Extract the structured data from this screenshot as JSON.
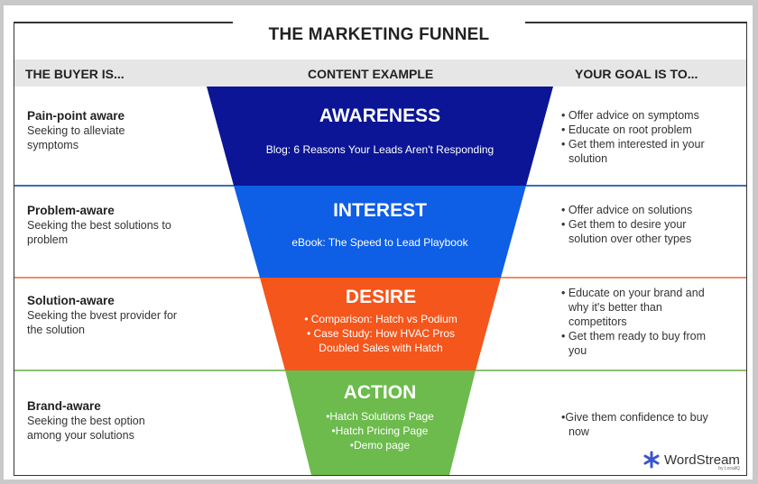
{
  "title": "THE MARKETING FUNNEL",
  "headers": {
    "buyer": "THE BUYER IS...",
    "content": "CONTENT EXAMPLE",
    "goal": "YOUR GOAL IS TO..."
  },
  "colors": {
    "awareness": "#0b1595",
    "interest": "#0e5ee6",
    "desire": "#f4561c",
    "action": "#6cbb4c"
  },
  "rows": [
    {
      "buyer_title": "Pain-point aware",
      "buyer_desc": "Seeking to alleviate symptoms",
      "stage": "AWARENESS",
      "content": [
        "Blog: 6 Reasons Your Leads Aren't Responding"
      ],
      "goals": [
        "• Offer advice on symptoms",
        "• Educate on root problem",
        "• Get them interested in your solution"
      ]
    },
    {
      "buyer_title": "Problem-aware",
      "buyer_desc": "Seeking the best solutions to problem",
      "stage": "INTEREST",
      "content": [
        "eBook: The Speed to Lead Playbook"
      ],
      "goals": [
        "• Offer advice on solutions",
        "• Get them to desire your solution over other types"
      ]
    },
    {
      "buyer_title": "Solution-aware",
      "buyer_desc": "Seeking the bvest provider for the solution",
      "stage": "DESIRE",
      "content": [
        "• Comparison: Hatch vs Podium",
        "• Case Study: How HVAC Pros Doubled Sales with Hatch"
      ],
      "goals": [
        "• Educate on your brand and why it's better than competitors",
        "• Get them ready to buy from you"
      ]
    },
    {
      "buyer_title": "Brand-aware",
      "buyer_desc": "Seeking the best option among your solutions",
      "stage": "ACTION",
      "content": [
        "•Hatch Solutions Page",
        "•Hatch Pricing Page",
        "•Demo page"
      ],
      "goals": [
        "•Give them confidence to buy now"
      ]
    }
  ],
  "logo": {
    "name": "WordStream",
    "sub": "by LocaliQ"
  }
}
